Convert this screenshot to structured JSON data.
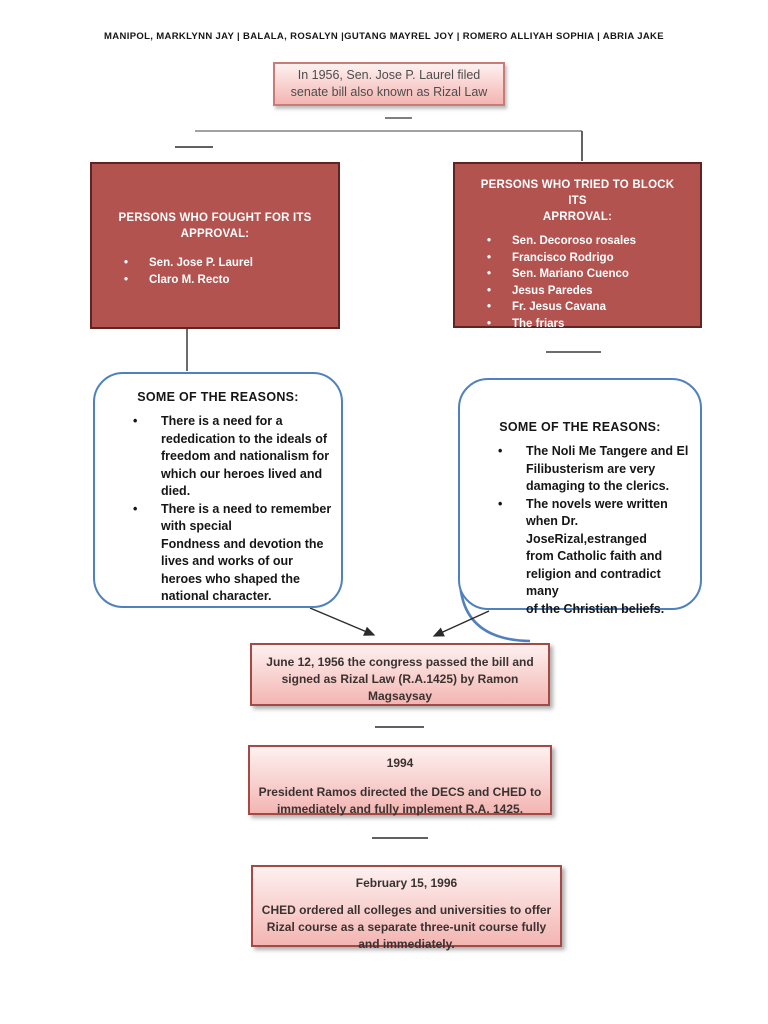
{
  "page": {
    "header": "MANIPOL, MARKLYNN JAY | BALALA, ROSALYN |GUTANG MAYREL JOY | ROMERO ALLIYAH SOPHIA | ABRIA JAKE"
  },
  "flowchart": {
    "intro_box": {
      "text": "In 1956, Sen. Jose P. Laurel filed\nsenate bill also known as Rizal Law"
    },
    "fought_box": {
      "title": "PERSONS WHO FOUGHT FOR ITS\nAPPROVAL:",
      "items": [
        "Sen. Jose P. Laurel",
        "Claro M. Recto"
      ]
    },
    "block_box": {
      "title": "PERSONS WHO TRIED TO BLOCK ITS\nAPRROVAL:",
      "items": [
        "Sen. Decoroso rosales",
        "Francisco Rodrigo",
        "Sen. Mariano Cuenco",
        "Jesus Paredes",
        "Fr. Jesus Cavana",
        "The friars"
      ]
    },
    "reasons_left": {
      "title": "SOME OF THE REASONS:",
      "items": [
        "There is a need for a\nrededication to the ideals of\nfreedom and nationalism for\nwhich our heroes lived and\ndied.",
        "There is a need to remember\nwith special\nFondness and devotion the\nlives and works of our\nheroes who shaped the\nnational character."
      ]
    },
    "reasons_right": {
      "title": "SOME OF THE REASONS:",
      "items": [
        "The Noli Me Tangere and El\nFilibusterism are very\ndamaging to the clerics.",
        "The novels were written\nwhen Dr. JoseRizal,estranged\nfrom Catholic faith and\nreligion and contradict many\nof the Christian beliefs."
      ]
    },
    "passed_box": {
      "text": "June 12, 1956 the congress passed the bill and\nsigned as Rizal Law (R.A.1425) by Ramon\nMagsaysay"
    },
    "box_1994": {
      "title": "1994",
      "text": "President Ramos directed the DECS and CHED to\nimmediately and fully implement R.A. 1425."
    },
    "box_1996": {
      "title": "February 15, 1996",
      "text": "CHED ordered all colleges and universities to offer\nRizal course as a separate three-unit course fully\nand immediately."
    }
  },
  "colors": {
    "red_fill": "#b25350",
    "red_border": "#5f2322",
    "pink_border": "#c97b78",
    "pink_border_dark": "#a34a47",
    "pink_gradient_top": "#fdf1f0",
    "pink_gradient_bottom": "#f3b5b2",
    "blue_border": "#4f81bd",
    "text_on_red": "#ffffff",
    "dark_text": "#3a3231",
    "gray_text": "#4d4d4d",
    "line_gray": "#828282",
    "line_dark": "#2b2b2b"
  }
}
